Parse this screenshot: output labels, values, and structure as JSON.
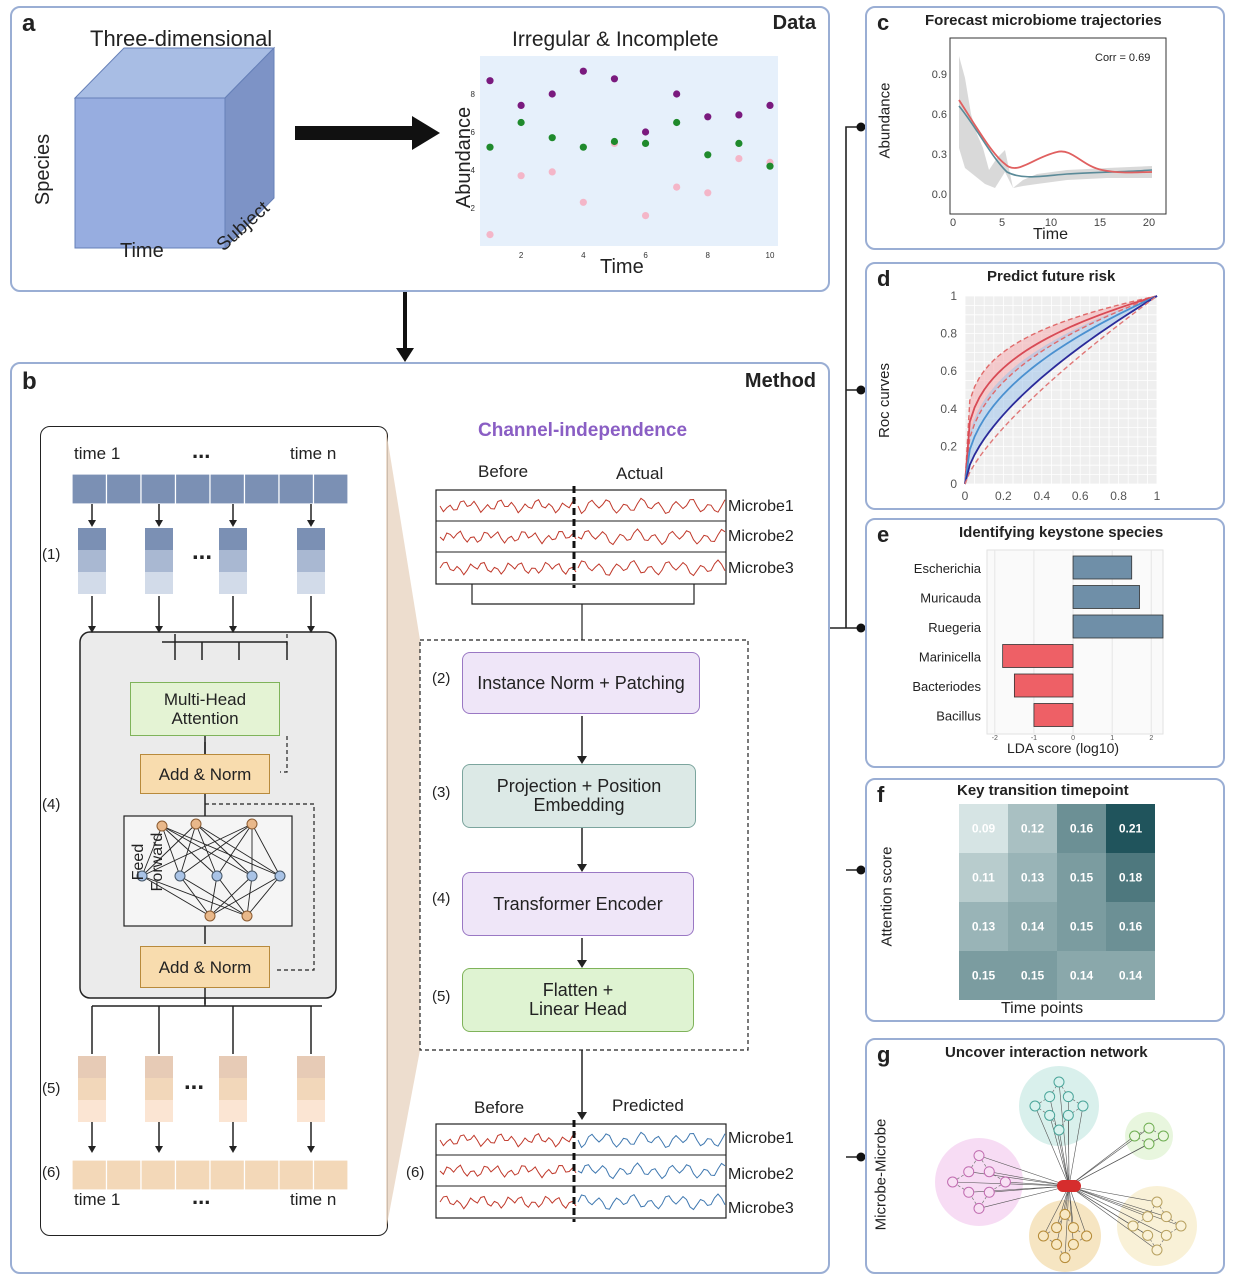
{
  "panel_a": {
    "letter": "a",
    "header": "Data",
    "cube_title": "Three-dimensional",
    "axis_species": "Species",
    "axis_time": "Time",
    "axis_subject": "Subject",
    "scatter_title": "Irregular & Incomplete",
    "scatter_ylabel": "Abundance",
    "scatter_xlabel": "Time",
    "scatter_xticks": [
      "2",
      "4",
      "6",
      "8",
      "10"
    ],
    "scatter_yticks": [
      "2",
      "4",
      "6",
      "8"
    ],
    "series_purple": [
      [
        1,
        8.7
      ],
      [
        2,
        7.4
      ],
      [
        3,
        8
      ],
      [
        4,
        9.2
      ],
      [
        5,
        8.8
      ],
      [
        6,
        6
      ],
      [
        7,
        8
      ],
      [
        8,
        6.8
      ],
      [
        9,
        6.9
      ],
      [
        10,
        7.4
      ]
    ],
    "series_green": [
      [
        1,
        5.2
      ],
      [
        2,
        6.5
      ],
      [
        3,
        5.7
      ],
      [
        4,
        5.2
      ],
      [
        5,
        5.5
      ],
      [
        6,
        5.4
      ],
      [
        7,
        6.5
      ],
      [
        8,
        4.8
      ],
      [
        9,
        5.4
      ],
      [
        10,
        4.2
      ]
    ],
    "series_pink": [
      [
        1,
        0.6
      ],
      [
        2,
        3.7
      ],
      [
        3,
        3.9
      ],
      [
        4,
        2.3
      ],
      [
        5,
        5.4
      ],
      [
        6,
        1.6
      ],
      [
        7,
        3.1
      ],
      [
        8,
        2.8
      ],
      [
        9,
        4.6
      ],
      [
        10,
        4.4
      ]
    ],
    "colors": {
      "purple": "#7a1a7e",
      "green": "#1f8a2c",
      "pink": "#f4b6c8"
    }
  },
  "panel_b": {
    "letter": "b",
    "header": "Method",
    "time_start": "time 1",
    "time_end": "time n",
    "dots": "...",
    "step1": "(1)",
    "step4": "(4)",
    "step5": "(5)",
    "step6": "(6)",
    "mha": "Multi-Head\nAttention",
    "add_norm": "Add & Norm",
    "feed_forward": "Feed\nForward",
    "ci_title": "Channel-independence",
    "before": "Before",
    "actual": "Actual",
    "predicted": "Predicted",
    "microbes": [
      "Microbe1",
      "Microbe2",
      "Microbe3"
    ],
    "steps": [
      {
        "num": "(2)",
        "label": "Instance Norm + Patching"
      },
      {
        "num": "(3)",
        "label": "Projection + Position\nEmbedding"
      },
      {
        "num": "(4)",
        "label": "Transformer Encoder"
      },
      {
        "num": "(5)",
        "label": "Flatten +\nLinear Head"
      }
    ]
  },
  "panel_c": {
    "letter": "c",
    "title": "Forecast microbiome trajectories",
    "ylabel": "Abundance",
    "xlabel": "Time",
    "corr": "Corr = 0.69",
    "xticks": [
      "0",
      "5",
      "10",
      "15",
      "20"
    ],
    "yticks": [
      "0.0",
      "0.3",
      "0.6",
      "0.9"
    ]
  },
  "panel_d": {
    "letter": "d",
    "title": "Predict future risk",
    "ylabel": "Roc curves",
    "xticks": [
      "0",
      "0.2",
      "0.4",
      "0.6",
      "0.8",
      "1"
    ],
    "yticks": [
      "0",
      "0.2",
      "0.4",
      "0.6",
      "0.8",
      "1"
    ]
  },
  "panel_e": {
    "letter": "e",
    "title": "Identifying keystone species",
    "xlabel": "LDA score (log10)",
    "xticks": [
      "-2",
      "-1",
      "0",
      "1",
      "2"
    ],
    "chart_data": {
      "type": "bar",
      "categories": [
        "Escherichia",
        "Muricauda",
        "Ruegeria",
        "Marinicella",
        "Bacteriodes",
        "Bacillus"
      ],
      "values": [
        1.5,
        1.7,
        2.3,
        -1.8,
        -1.5,
        -1.0
      ],
      "xlim": [
        -2.2,
        2.3
      ],
      "colors": {
        "positive": "#6f8fa8",
        "negative": "#ee6066"
      }
    }
  },
  "panel_f": {
    "letter": "f",
    "title": "Key transition timepoint",
    "ylabel": "Attention score",
    "xlabel": "Time points",
    "values": [
      [
        "0.09",
        "0.12",
        "0.16",
        "0.21"
      ],
      [
        "0.11",
        "0.13",
        "0.15",
        "0.18"
      ],
      [
        "0.13",
        "0.14",
        "0.15",
        "0.16"
      ],
      [
        "0.15",
        "0.15",
        "0.14",
        "0.14"
      ]
    ]
  },
  "panel_g": {
    "letter": "g",
    "title": "Uncover interaction network",
    "ylabel": "Microbe-Microbe"
  }
}
